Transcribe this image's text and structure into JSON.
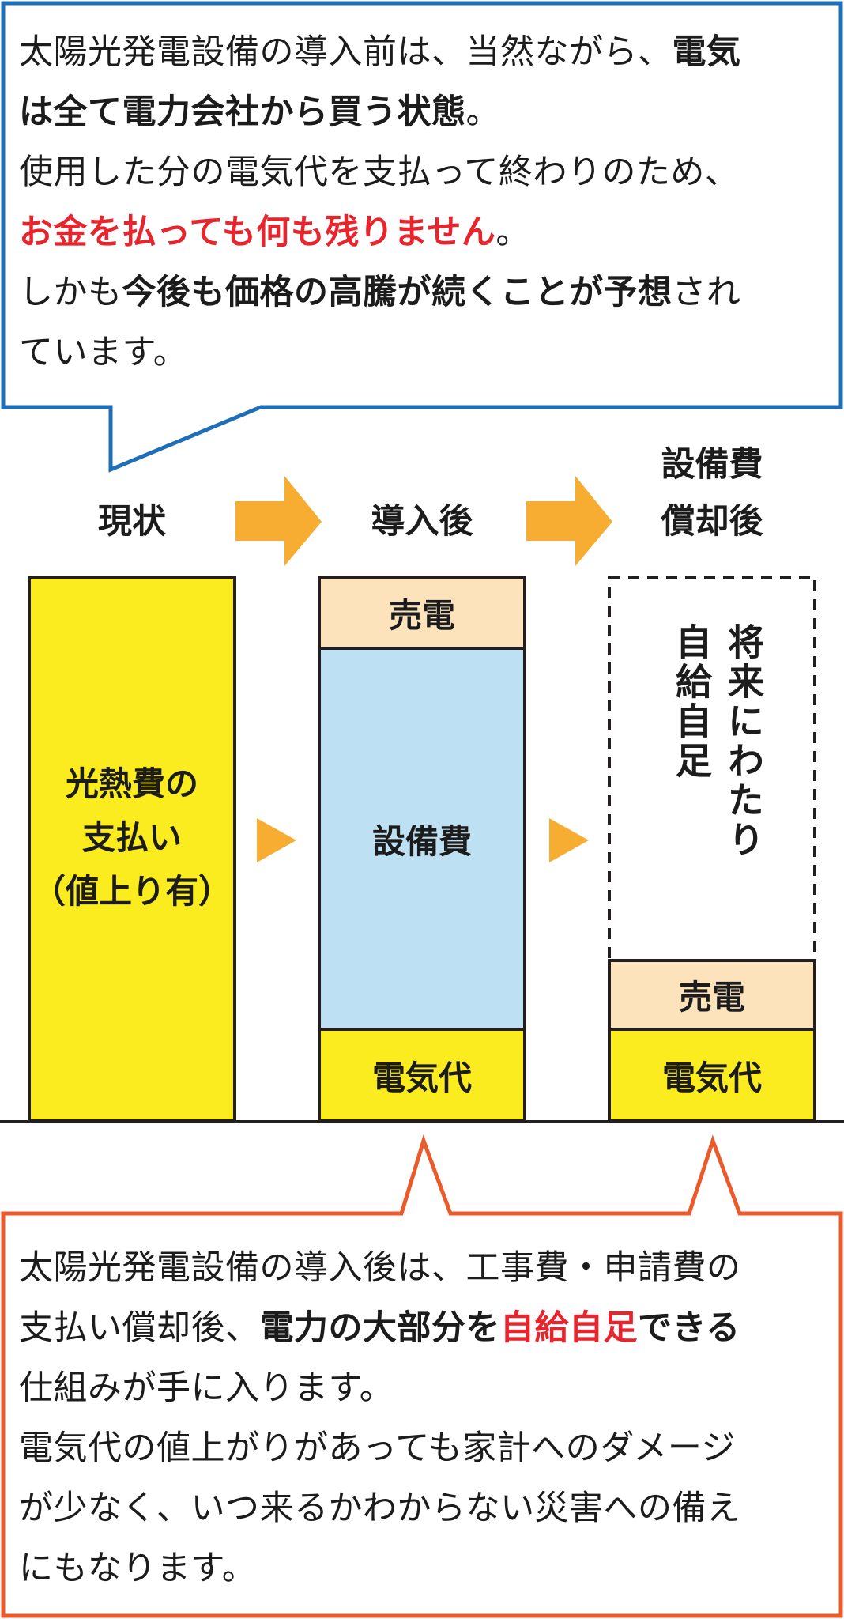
{
  "top_callout": {
    "lines": [
      [
        {
          "t": "太陽光発電設備の導入前は、当然ながら、",
          "s": "n"
        },
        {
          "t": "電気",
          "s": "b"
        }
      ],
      [
        {
          "t": "は全て電力会社から買う状態",
          "s": "b"
        },
        {
          "t": "。",
          "s": "n"
        }
      ],
      [
        {
          "t": "使用した分の電気代を支払って終わりのため、",
          "s": "n"
        }
      ],
      [
        {
          "t": "お金を払っても何も残りません",
          "s": "r"
        },
        {
          "t": "。",
          "s": "n"
        }
      ],
      [
        {
          "t": "しかも",
          "s": "n"
        },
        {
          "t": "今後も価格の高騰が続くことが予想",
          "s": "b"
        },
        {
          "t": "され",
          "s": "n"
        }
      ],
      [
        {
          "t": "ています。",
          "s": "n"
        }
      ]
    ]
  },
  "stages": {
    "current": "現状",
    "after": "導入後",
    "amortized_line1": "設備費",
    "amortized_line2": "償却後"
  },
  "bars": {
    "current_label_1": "光熱費の",
    "current_label_2": "支払い",
    "current_label_3": "（値上り有）",
    "after_top": "売電",
    "after_middle": "設備費",
    "after_bottom": "電気代",
    "amortized_top": "将来にわたり\n自給自足",
    "amortized_middle": "売電",
    "amortized_bottom": "電気代"
  },
  "bottom_callout": {
    "lines": [
      [
        {
          "t": "太陽光発電設備の導入後は、工事費・申請費の",
          "s": "n"
        }
      ],
      [
        {
          "t": "支払い償却後、",
          "s": "n"
        },
        {
          "t": "電力の大部分を",
          "s": "b"
        },
        {
          "t": "自給自足",
          "s": "r"
        },
        {
          "t": "できる",
          "s": "b"
        }
      ],
      [
        {
          "t": "仕組みが手に入ります。",
          "s": "n"
        }
      ],
      [
        {
          "t": "電気代の値上がりがあっても家計へのダメージ",
          "s": "n"
        }
      ],
      [
        {
          "t": "が少なく、いつ来るかわからない災害への備え",
          "s": "n"
        }
      ],
      [
        {
          "t": "にもなります。",
          "s": "n"
        }
      ]
    ]
  },
  "colors": {
    "blue_border": "#1f6fb8",
    "orange_border": "#ea5a2a",
    "arrow": "#f7ad32",
    "yellow": "#fbec1f",
    "peach": "#fde3bb",
    "light_blue": "#bde1f2",
    "red_text": "#e8242d"
  }
}
